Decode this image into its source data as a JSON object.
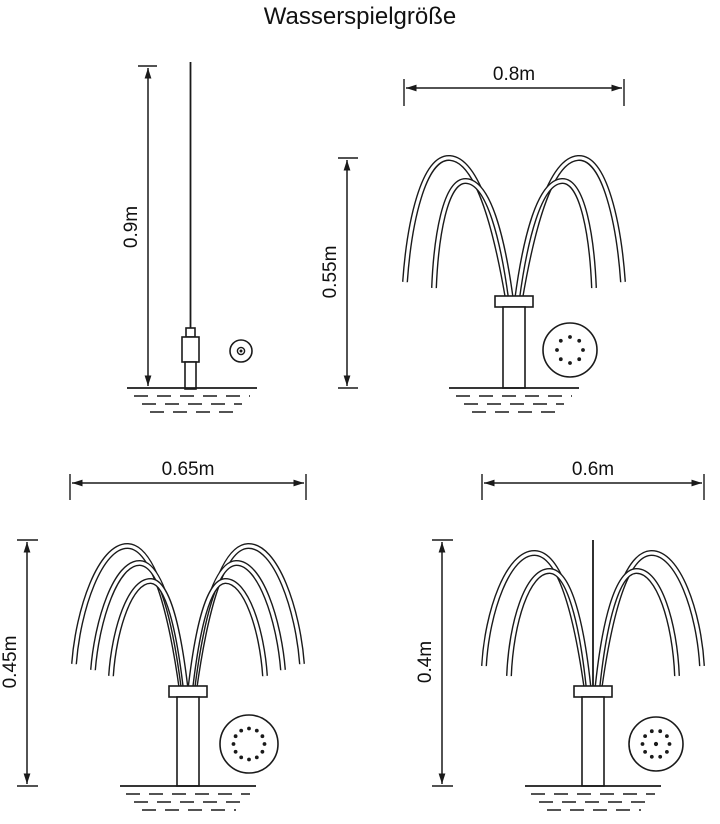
{
  "title": "Wasserspielgröße",
  "line_color": "#1a1a1a",
  "diagrams": [
    {
      "name": "single-vertical-jet",
      "height_label": "0.9m",
      "nozzle_icon": "single-hole-nozzle-icon"
    },
    {
      "name": "double-arc-bell",
      "width_label": "0.8m",
      "height_label": "0.55m",
      "nozzle_icon": "eight-hole-ring-nozzle-icon"
    },
    {
      "name": "triple-arc-bell",
      "width_label": "0.65m",
      "height_label": "0.45m",
      "nozzle_icon": "twelve-hole-ring-nozzle-icon"
    },
    {
      "name": "double-arc-with-center-jet",
      "width_label": "0.6m",
      "height_label": "0.4m",
      "nozzle_icon": "ring-with-center-hole-nozzle-icon"
    }
  ]
}
